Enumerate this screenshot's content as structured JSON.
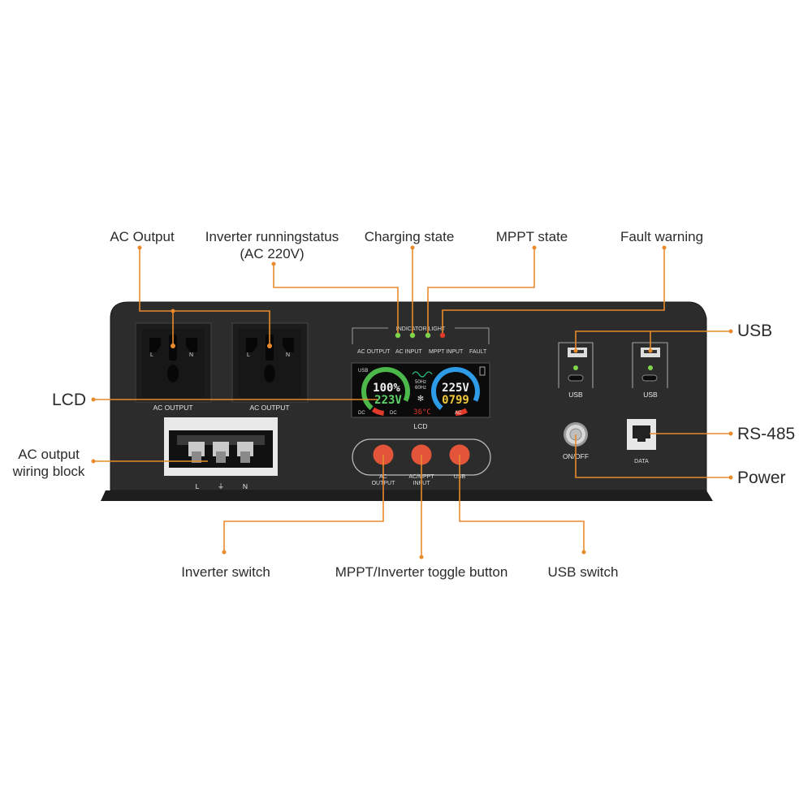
{
  "callouts": {
    "ac_output": "AC Output",
    "inverter_status_line1": "Inverter runningstatus",
    "inverter_status_line2": "(AC 220V)",
    "charging_state": "Charging state",
    "mppt_state": "MPPT state",
    "fault_warning": "Fault warning",
    "usb": "USB",
    "lcd": "LCD",
    "rs485": "RS-485",
    "power": "Power",
    "wiring_block_line1": "AC output",
    "wiring_block_line2": "wiring block",
    "inverter_switch": "Inverter switch",
    "mppt_toggle": "MPPT/Inverter toggle button",
    "usb_switch": "USB switch"
  },
  "panel": {
    "socket_label_1": "AC OUTPUT",
    "socket_label_2": "AC OUTPUT",
    "indicator_title": "INDICATOR LIGHT",
    "indicator_labels": [
      "AC OUTPUT",
      "AC INPUT",
      "MPPT INPUT",
      "FAULT"
    ],
    "lcd_label": "LCD",
    "lcd": {
      "usb": "USB",
      "left_top": "100%",
      "left_bottom": "223V",
      "hz": "50Hz",
      "hz2": "60Hz",
      "right_top": "225V",
      "right_bottom": "0799",
      "dc_left": "DC",
      "dc_mid": "DC",
      "temp": "36°C",
      "ac": "AC"
    },
    "terminal_labels": [
      "L",
      "⏚",
      "N"
    ],
    "button_labels": [
      "AC\nOUTPUT",
      "AC/MPPT\nINPUT",
      "USB"
    ],
    "button_label_lines": {
      "b1_l1": "AC",
      "b1_l2": "OUTPUT",
      "b2_l1": "AC/MPPT",
      "b2_l2": "INPUT",
      "b3_l1": "USB"
    },
    "usb_port_label_1": "USB",
    "usb_port_label_2": "USB",
    "power_label": "ON/OFF",
    "data_label": "DATA"
  },
  "colors": {
    "accent": "#e98a2b",
    "panel": "#2a2a2a",
    "button": "#e2553a",
    "led_green": "#7fd44b",
    "led_red": "#e23a2a"
  }
}
